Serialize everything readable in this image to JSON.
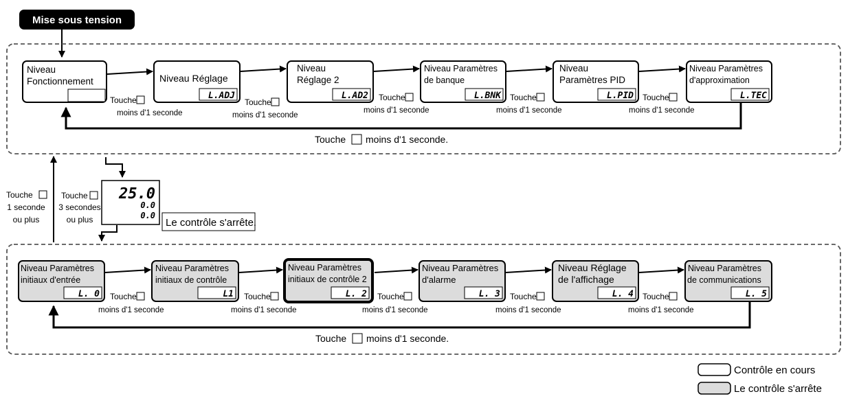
{
  "power_on": "Mise sous tension",
  "key_word": "Touche",
  "less_than_1s": "moins d'1 seconde",
  "less_than_1s_full": "moins d'1 seconde.",
  "one_second": "1 seconde",
  "three_seconds": "3 secondes",
  "or_more": "ou plus",
  "control_stops_note": "Le contrôle s'arrête.",
  "display_values": {
    "main": "25.0",
    "sub1": "0.0",
    "sub2": "0.0"
  },
  "top_levels": [
    {
      "line1": "Niveau",
      "line2": "Fonctionnement",
      "code": ""
    },
    {
      "line1": "Niveau Réglage",
      "line2": "",
      "code": "L.ADJ"
    },
    {
      "line1": "Niveau",
      "line2": "Réglage 2",
      "code": "L.AD2"
    },
    {
      "line1": "Niveau Paramètres",
      "line2": "de banque",
      "code": "L.BNK"
    },
    {
      "line1": "Niveau",
      "line2": "Paramètres PID",
      "code": "L.PID"
    },
    {
      "line1": "Niveau Paramètres",
      "line2": "d'approximation",
      "code": "L.TEC"
    }
  ],
  "bottom_levels": [
    {
      "line1": "Niveau Paramètres",
      "line2": "initiaux d'entrée",
      "code": "L. 0"
    },
    {
      "line1": "Niveau Paramètres",
      "line2": "initiaux de contrôle",
      "code": "L1"
    },
    {
      "line1": "Niveau Paramètres",
      "line2": "initiaux de contrôle 2",
      "code": "L. 2"
    },
    {
      "line1": "Niveau Paramètres",
      "line2": "d'alarme",
      "code": "L. 3"
    },
    {
      "line1": "Niveau Réglage",
      "line2": "de l'affichage",
      "code": "L. 4"
    },
    {
      "line1": "Niveau Paramètres",
      "line2": "de communications",
      "code": "L. 5"
    }
  ],
  "legend": {
    "in_progress": "Contrôle en cours",
    "stops": "Le contrôle s'arrête"
  },
  "colors": {
    "stopped_fill": "#dcdcdc",
    "running_fill": "#ffffff",
    "frame": "#555555"
  }
}
